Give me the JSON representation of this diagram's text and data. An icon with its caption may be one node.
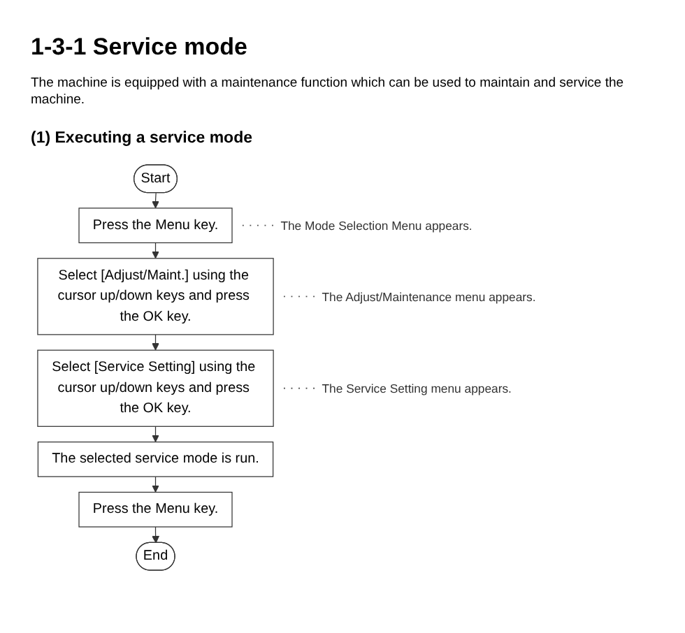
{
  "diagram": {
    "title": "1-3-1 Service mode",
    "nodes": [
      {
        "text": [
          "Start"
        ]
      },
      {
        "text": [
          "Press the Menu key."
        ]
      },
      {
        "text": [
          "Select [Adjust/Maint.] using the cursor up/down keys and press the OK key."
        ]
      },
      {
        "text": [
          "Select [Service Setting] using the cursor up/down keys and press the OK key."
        ]
      },
      {
        "text": [
          "The selected service mode is run."
        ]
      },
      {
        "text": [
          "Press the Menu key."
        ]
      },
      {
        "text": [
          "End"
        ]
      },
      {
        "text": [
          "The Mode Selection Menu appears."
        ]
      },
      {
        "text": [
          "The Adjust/Maintenance menu appears."
        ]
      },
      {
        "text": [
          "The Service Setting menu appears."
        ]
      }
    ],
    "edges": [
      {
        "from": 0,
        "to": 1,
        "arrow": "to"
      },
      {
        "from": 1,
        "to": 2,
        "arrow": "to"
      },
      {
        "from": 2,
        "to": 3,
        "arrow": "to"
      },
      {
        "from": 3,
        "to": 4,
        "arrow": "to"
      },
      {
        "from": 4,
        "to": 5,
        "arrow": "to"
      },
      {
        "from": 5,
        "to": 6,
        "arrow": "to"
      },
      {
        "from": 1,
        "to": 7,
        "arrow": "none",
        "style": "dashed"
      },
      {
        "from": 2,
        "to": 8,
        "arrow": "none",
        "style": "dashed"
      },
      {
        "from": 3,
        "to": 9,
        "arrow": "none",
        "style": "dashed"
      }
    ],
    "labels": [
      "The machine is equipped with a maintenance function which can be used to maintain and service the machine.",
      "(1) Executing a service mode"
    ]
  }
}
